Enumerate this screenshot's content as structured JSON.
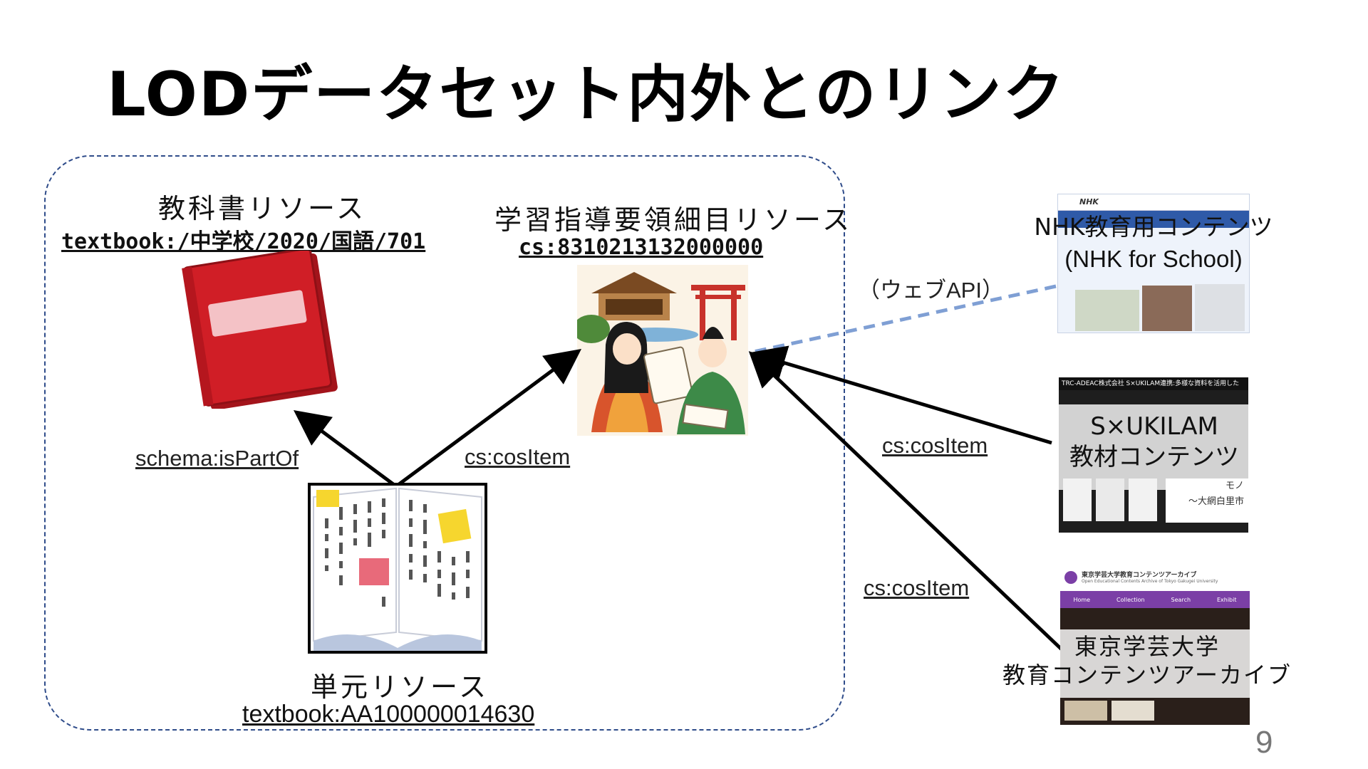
{
  "slide": {
    "title": "LODデータセット内外とのリンク",
    "page_number": "9"
  },
  "colors": {
    "box_border": "#2f4c8a",
    "api_link": "#7f9fd4",
    "arrow": "#000000",
    "book_red": "#d01e26",
    "nhk_header": "#2f5aa8",
    "sxukilam_bg": "#1e1e1e",
    "gakugei_purple": "#7b3fa6"
  },
  "textbook_resource": {
    "title": "教科書リソース",
    "uri": "textbook:/中学校/2020/国語/701"
  },
  "guideline_resource": {
    "title": "学習指導要領細目リソース",
    "uri": "cs:8310213132000000"
  },
  "unit_resource": {
    "title": "単元リソース",
    "uri": "textbook:AA100000014630"
  },
  "edges": {
    "is_part_of": "schema:isPartOf",
    "cos_item_unit": "cs:cosItem",
    "cos_item_sxukilam": "cs:cosItem",
    "cos_item_gakugei": "cs:cosItem",
    "web_api": "（ウェブAPI）"
  },
  "external": {
    "nhk": {
      "line1": "NHK教育用コンテンツ",
      "line2": "(NHK for School)",
      "logo": "NHK"
    },
    "sxukilam": {
      "line1": "S×UKILAM",
      "line2": "教材コンテンツ",
      "header": "TRC-ADEAC株式会社 S×UKILAM連携:多様な資料を活用した",
      "caption1": "モノ",
      "caption2": "～大網白里市"
    },
    "gakugei": {
      "line1": "東京学芸大学",
      "line2": "教育コンテンツアーカイブ",
      "header": "東京学芸大学教育コンテンツアーカイブ",
      "subheader": "Open Educational Contents Archive of Tokyo Gakugei University",
      "nav": [
        "Home",
        "Collection",
        "Search",
        "Exhibit"
      ]
    }
  },
  "icons": {
    "textbook": "red-book-icon",
    "guideline": "heian-scene-illustration",
    "unit": "open-book-icon"
  }
}
